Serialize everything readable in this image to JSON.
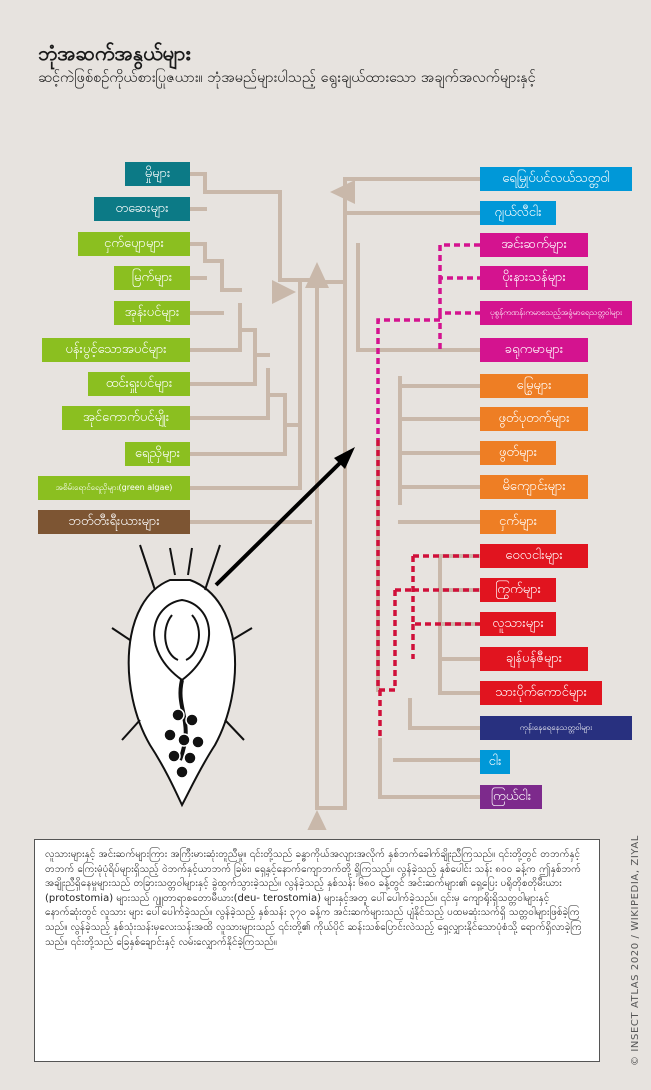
{
  "title": "ဘုံအဆက်အနွယ်များ",
  "subtitle": "ဆင့်ကဲဖြစ်စဉ်ကိုယ်စားပြုဇယား။ ဘုံအမည်များပါသည့် ရွေးချယ်ထားသော အချက်အလက်များနှင့်",
  "colors": {
    "background": "#e7e3df",
    "tree": "#c9b8aa",
    "highlight_path": "#d0103a",
    "teal": "#0c7a86",
    "green": "#8bbf20",
    "brown": "#7d5533",
    "blue": "#0098d8",
    "magenta": "#d4138f",
    "orange": "#ee7e24",
    "red": "#e1141f",
    "navy": "#28307f",
    "purple": "#7d2a8c"
  },
  "left_labels": [
    {
      "text": "မှိုများ",
      "color": "teal"
    },
    {
      "text": "တဆေးများ",
      "color": "teal"
    },
    {
      "text": "ငှက်ပျောများ",
      "color": "green"
    },
    {
      "text": "မြက်များ",
      "color": "green"
    },
    {
      "text": "အုန်းပင်များ",
      "color": "green"
    },
    {
      "text": "ပန်းပွင့်သောအပင်များ",
      "color": "green"
    },
    {
      "text": "ထင်းရှူးပင်များ",
      "color": "green"
    },
    {
      "text": "အုင်ကောက်ပင်မျိုး",
      "color": "green"
    },
    {
      "text": "ရေညှိများ",
      "color": "green"
    },
    {
      "text": "အစိမ်းရောင်ရေညှိများ(green algae)",
      "color": "green",
      "small": true
    },
    {
      "text": "ဘတ်တီးရီးယားများ",
      "color": "brown"
    }
  ],
  "right_labels": [
    {
      "text": "ရေမြှုပ်ပင်လယ်သတ္တဝါ",
      "color": "blue"
    },
    {
      "text": "ဂျယ်လီငါး",
      "color": "blue"
    },
    {
      "text": "အင်းဆက်များ",
      "color": "magenta"
    },
    {
      "text": "ပိုးနားသန်များ",
      "color": "magenta"
    },
    {
      "text": "ပုစွန်ကဏန်းကမာစသည့်အခွံမာရေသတ္တဝါများ",
      "color": "magenta",
      "small": true
    },
    {
      "text": "ခရုကမာများ",
      "color": "magenta"
    },
    {
      "text": "မြွေများ",
      "color": "orange"
    },
    {
      "text": "ဖွတ်ပုတက်များ",
      "color": "orange"
    },
    {
      "text": "ဖွတ်များ",
      "color": "orange"
    },
    {
      "text": "မိကျောင်းများ",
      "color": "orange"
    },
    {
      "text": "ငှက်များ",
      "color": "orange"
    },
    {
      "text": "ဝေလငါးများ",
      "color": "red"
    },
    {
      "text": "ကြွက်များ",
      "color": "red"
    },
    {
      "text": "လူသားများ",
      "color": "red"
    },
    {
      "text": "ချန်ပန်ဇီများ",
      "color": "red"
    },
    {
      "text": "သားပိုက်ကောင်များ",
      "color": "red"
    },
    {
      "text": "ကုန်းနေရေနေသတ္တဝါများ",
      "color": "navy",
      "small": true
    },
    {
      "text": "ငါး",
      "color": "blue"
    },
    {
      "text": "ကြယ်ငါး",
      "color": "purple"
    }
  ],
  "illustration": "flatworm-ancestor",
  "caption": "လူသားများနှင့် အင်းဆက်များကြား အကြီးမားဆုံးတူညီမှု။ ၎င်းတို့သည် ခန္ဓာကိုယ်အလျားအလိုက် နှစ်ဘက်ခေါက်ချိုးညီကြသည်။ ၎င်းတို့တွင် တဘက်နှင့်တဘက် ကြေးမုံပုံရိပ်များရှိသည့် ဝဲဘက်နှင့်ယာဘက် ခြမ်း၊ ရှေ့နှင့်နောက်ကျောဘက်တို့ ရှိကြသည်။ လွန်ခဲ့သည့် နှစ်ပေါင်း သန်း ၈၀၀ ခန့်က ဤနှစ်ဘက် အချိုးညီရှိနေမှုများသည် တခြားသတ္တဝါများနှင့် ခွဲထွက်သွားခဲ့သည်။ လွန်ခဲ့သည့် နှစ်သန်း ၆၈၀ ခန့်တွင် အင်းဆက်များ၏ ရှေ့ပြေး ပရိုတိုစတိုမီးယား (protostomia) များသည် ဂျူတာရာစတောမီယား(deu- terostomia) များနှင့်အတူ ပေါ်ပေါက်ခဲ့သည်။ ၎င်းမှ ကျောရိုးရှိသတ္တဝါများနှင့် နောက်ဆုံးတွင် လူသား များ ပေါ်ပေါက်ခဲ့သည်။ လွန်ခဲ့သည့် နှစ်သန်း ၃၇၀ ခန့်က အင်းဆက်များသည် ပျံနိုင်သည့် ပထမဆုံးသက်ရှိ သတ္တဝါများဖြစ်ခဲ့ကြသည်။ လွန်ခဲ့သည့် နှစ်သုံးသန်းမှလေးသန်းအထိ လူသားများသည် ၎င်းတို့၏ ကိုယ်ပိုင် ဆန်းသစ်ပြောင်းလဲသည့် ရှေ့လျှားနိုင်သောပုံစံသို့ ရောက်ရှိလာခဲ့ကြသည်။ ၎င်းတို့သည် ခြေနှစ်ချောင်းနှင့် လမ်းလျှောက်နိုင်ခဲ့ကြသည်။",
  "credit": "© INSECT ATLAS 2020 / WIKIPEDIA, ZIYAL"
}
